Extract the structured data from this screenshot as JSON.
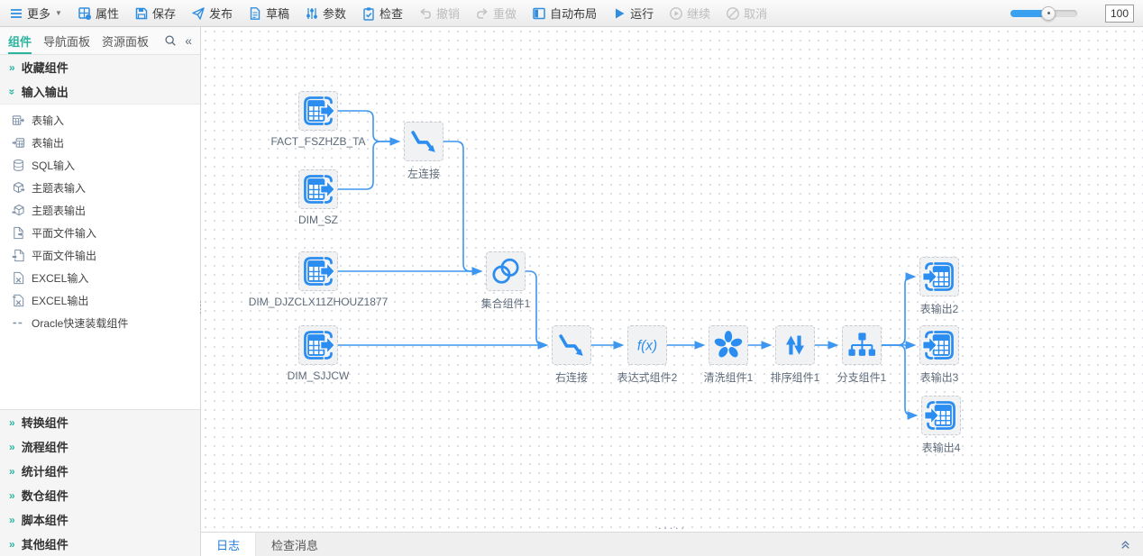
{
  "toolbar": {
    "items": [
      {
        "label": "更多"
      },
      {
        "label": "属性"
      },
      {
        "label": "保存"
      },
      {
        "label": "发布"
      },
      {
        "label": "草稿"
      },
      {
        "label": "参数"
      },
      {
        "label": "检查"
      },
      {
        "label": "撤销"
      },
      {
        "label": "重做"
      },
      {
        "label": "自动布局"
      },
      {
        "label": "运行"
      },
      {
        "label": "继续"
      },
      {
        "label": "取消"
      }
    ],
    "zoom_value": "100"
  },
  "sidebar": {
    "tabs": [
      {
        "label": "组件"
      },
      {
        "label": "导航面板"
      },
      {
        "label": "资源面板"
      }
    ],
    "sections": [
      {
        "label": "收藏组件"
      },
      {
        "label": "输入输出",
        "items": [
          {
            "label": "表输入"
          },
          {
            "label": "表输出"
          },
          {
            "label": "SQL输入"
          },
          {
            "label": "主题表输入"
          },
          {
            "label": "主题表输出"
          },
          {
            "label": "平面文件输入"
          },
          {
            "label": "平面文件输出"
          },
          {
            "label": "EXCEL输入"
          },
          {
            "label": "EXCEL输出"
          },
          {
            "label": "Oracle快速装载组件"
          }
        ]
      },
      {
        "label": "转换组件"
      },
      {
        "label": "流程组件"
      },
      {
        "label": "统计组件"
      },
      {
        "label": "数仓组件"
      },
      {
        "label": "脚本组件"
      },
      {
        "label": "其他组件"
      }
    ]
  },
  "canvas": {
    "nodes": [
      {
        "label": "FACT_FSZHZB_TA",
        "type": "table-input"
      },
      {
        "label": "DIM_SZ",
        "type": "table-input"
      },
      {
        "label": "左连接",
        "type": "join"
      },
      {
        "label": "DIM_DJZCLX11ZHOUZ1877",
        "type": "table-input"
      },
      {
        "label": "集合组件1",
        "type": "union"
      },
      {
        "label": "DIM_SJJCW",
        "type": "table-input"
      },
      {
        "label": "右连接",
        "type": "join"
      },
      {
        "label": "表达式组件2",
        "type": "expression"
      },
      {
        "label": "清洗组件1",
        "type": "clean"
      },
      {
        "label": "排序组件1",
        "type": "sort"
      },
      {
        "label": "分支组件1",
        "type": "branch"
      },
      {
        "label": "表输出2",
        "type": "table-output"
      },
      {
        "label": "表输出3",
        "type": "table-output"
      },
      {
        "label": "表输出4",
        "type": "table-output"
      }
    ]
  },
  "bottom_panel": {
    "tabs": [
      {
        "label": "日志"
      },
      {
        "label": "检查消息"
      }
    ]
  },
  "icons": {
    "fx_label": "f(x)",
    "more_caret": "▼",
    "collapse_glyph": "«"
  },
  "colors": {
    "accent_blue": "#2f8ee0",
    "node_icon_blue": "#2b8df0",
    "edge_blue": "#3d96f0",
    "sidebar_active_teal": "#2ab5a0",
    "bottom_tab_active": "#1f7bd9",
    "disabled_gray": "#bcbcbc"
  }
}
